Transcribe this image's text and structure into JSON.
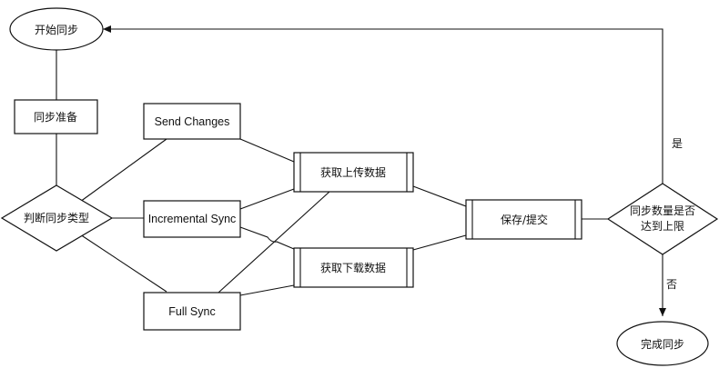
{
  "nodes": {
    "start": "开始同步",
    "prepare": "同步准备",
    "judge_type": "判断同步类型",
    "send_changes": "Send Changes",
    "incremental_sync": "Incremental Sync",
    "full_sync": "Full Sync",
    "get_upload": "获取上传数据",
    "get_download": "获取下载数据",
    "save_submit": "保存/提交",
    "check_limit_line1": "同步数量是否",
    "check_limit_line2": "达到上限",
    "finish": "完成同步"
  },
  "edge_labels": {
    "yes": "是",
    "no": "否"
  }
}
